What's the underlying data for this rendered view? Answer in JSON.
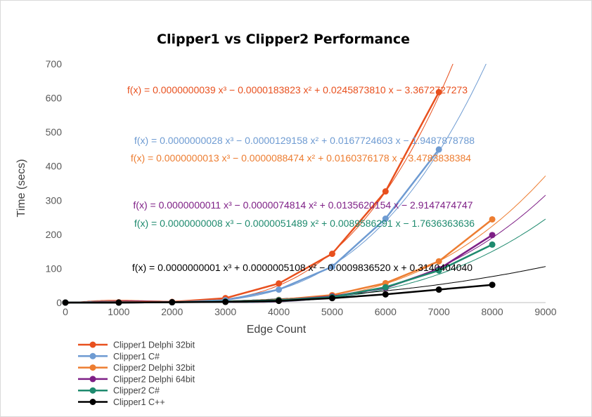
{
  "chart_data": {
    "type": "scatter",
    "title": "Clipper1 vs Clipper2 Performance",
    "xlabel": "Edge Count",
    "ylabel": "Time (secs)",
    "xlim": [
      0,
      9000
    ],
    "ylim": [
      0,
      700
    ],
    "x_ticks": [
      "0",
      "1000",
      "2000",
      "3000",
      "4000",
      "5000",
      "6000",
      "7000",
      "8000",
      "9000"
    ],
    "y_ticks": [
      "0",
      "100",
      "200",
      "300",
      "400",
      "500",
      "600",
      "700"
    ],
    "grid": false,
    "legend_position": "bottom-left",
    "series": [
      {
        "name": "Clipper1 Delphi 32bit",
        "color": "#e8501e",
        "x": [
          0,
          1000,
          2000,
          3000,
          4000,
          5000,
          6000,
          7000
        ],
        "y": [
          0,
          1,
          2,
          13,
          56,
          143,
          326,
          617
        ],
        "trendline": "f(x) = 0.0000000039 x³ − 0.0000183823 x² + 0.0245873810 x − 3.3672727273",
        "trend_coef": [
          3.9e-09,
          -1.83823e-05,
          0.024587381,
          -3.3672727273
        ]
      },
      {
        "name": "Clipper1 C#",
        "color": "#6e9bd2",
        "x": [
          0,
          1000,
          2000,
          3000,
          4000,
          5000,
          6000,
          7000
        ],
        "y": [
          0,
          0,
          1,
          7,
          38,
          105,
          246,
          449
        ],
        "trendline": "f(x) = 0.0000000028 x³ − 0.0000129158 x² + 0.0167724603 x − 1.9487878788",
        "trend_coef": [
          2.8e-09,
          -1.29158e-05,
          0.0167724603,
          -1.9487878788
        ]
      },
      {
        "name": "Clipper2 Delphi 32bit",
        "color": "#ed7d31",
        "x": [
          0,
          1000,
          2000,
          3000,
          4000,
          5000,
          6000,
          7000,
          8000
        ],
        "y": [
          0,
          0,
          1,
          3,
          8,
          22,
          57,
          121,
          244
        ],
        "trendline": "f(x) = 0.0000000013 x³ − 0.0000088474 x² + 0.0160376178 x − 3.4783838384",
        "trend_coef": [
          1.3e-09,
          -8.8474e-06,
          0.0160376178,
          -3.4783838384
        ]
      },
      {
        "name": "Clipper2 Delphi 64bit",
        "color": "#7e1f86",
        "x": [
          0,
          1000,
          2000,
          3000,
          4000,
          5000,
          6000,
          7000,
          8000
        ],
        "y": [
          0,
          0,
          1,
          3,
          7,
          18,
          43,
          98,
          198
        ],
        "trendline": "f(x) = 0.0000000011 x³ − 0.0000074814 x² + 0.0135620154 x − 2.9147474747",
        "trend_coef": [
          1.1e-09,
          -7.4814e-06,
          0.0135620154,
          -2.9147474747
        ]
      },
      {
        "name": "Clipper2 C#",
        "color": "#1e8a6e",
        "x": [
          0,
          1000,
          2000,
          3000,
          4000,
          5000,
          6000,
          7000,
          8000
        ],
        "y": [
          0,
          0,
          1,
          3,
          7,
          16,
          45,
          94,
          170
        ],
        "trendline": "f(x) = 0.0000000008 x³ − 0.0000051489 x² + 0.0089586291 x − 1.7636363636",
        "trend_coef": [
          8e-10,
          -5.1489e-06,
          0.0089586291,
          -1.7636363636
        ]
      },
      {
        "name": "Clipper1 C++",
        "color": "#000000",
        "x": [
          0,
          1000,
          2000,
          3000,
          4000,
          5000,
          6000,
          7000,
          8000
        ],
        "y": [
          0,
          0,
          1,
          2,
          5,
          13,
          24,
          38,
          52
        ],
        "trendline": "f(x) = 0.0000000001 x³ + 0.0000005108 x² − 0.0009836520 x + 0.3140404040",
        "trend_coef": [
          1e-10,
          5.108e-07,
          -0.000983652,
          0.314040404
        ]
      }
    ]
  }
}
